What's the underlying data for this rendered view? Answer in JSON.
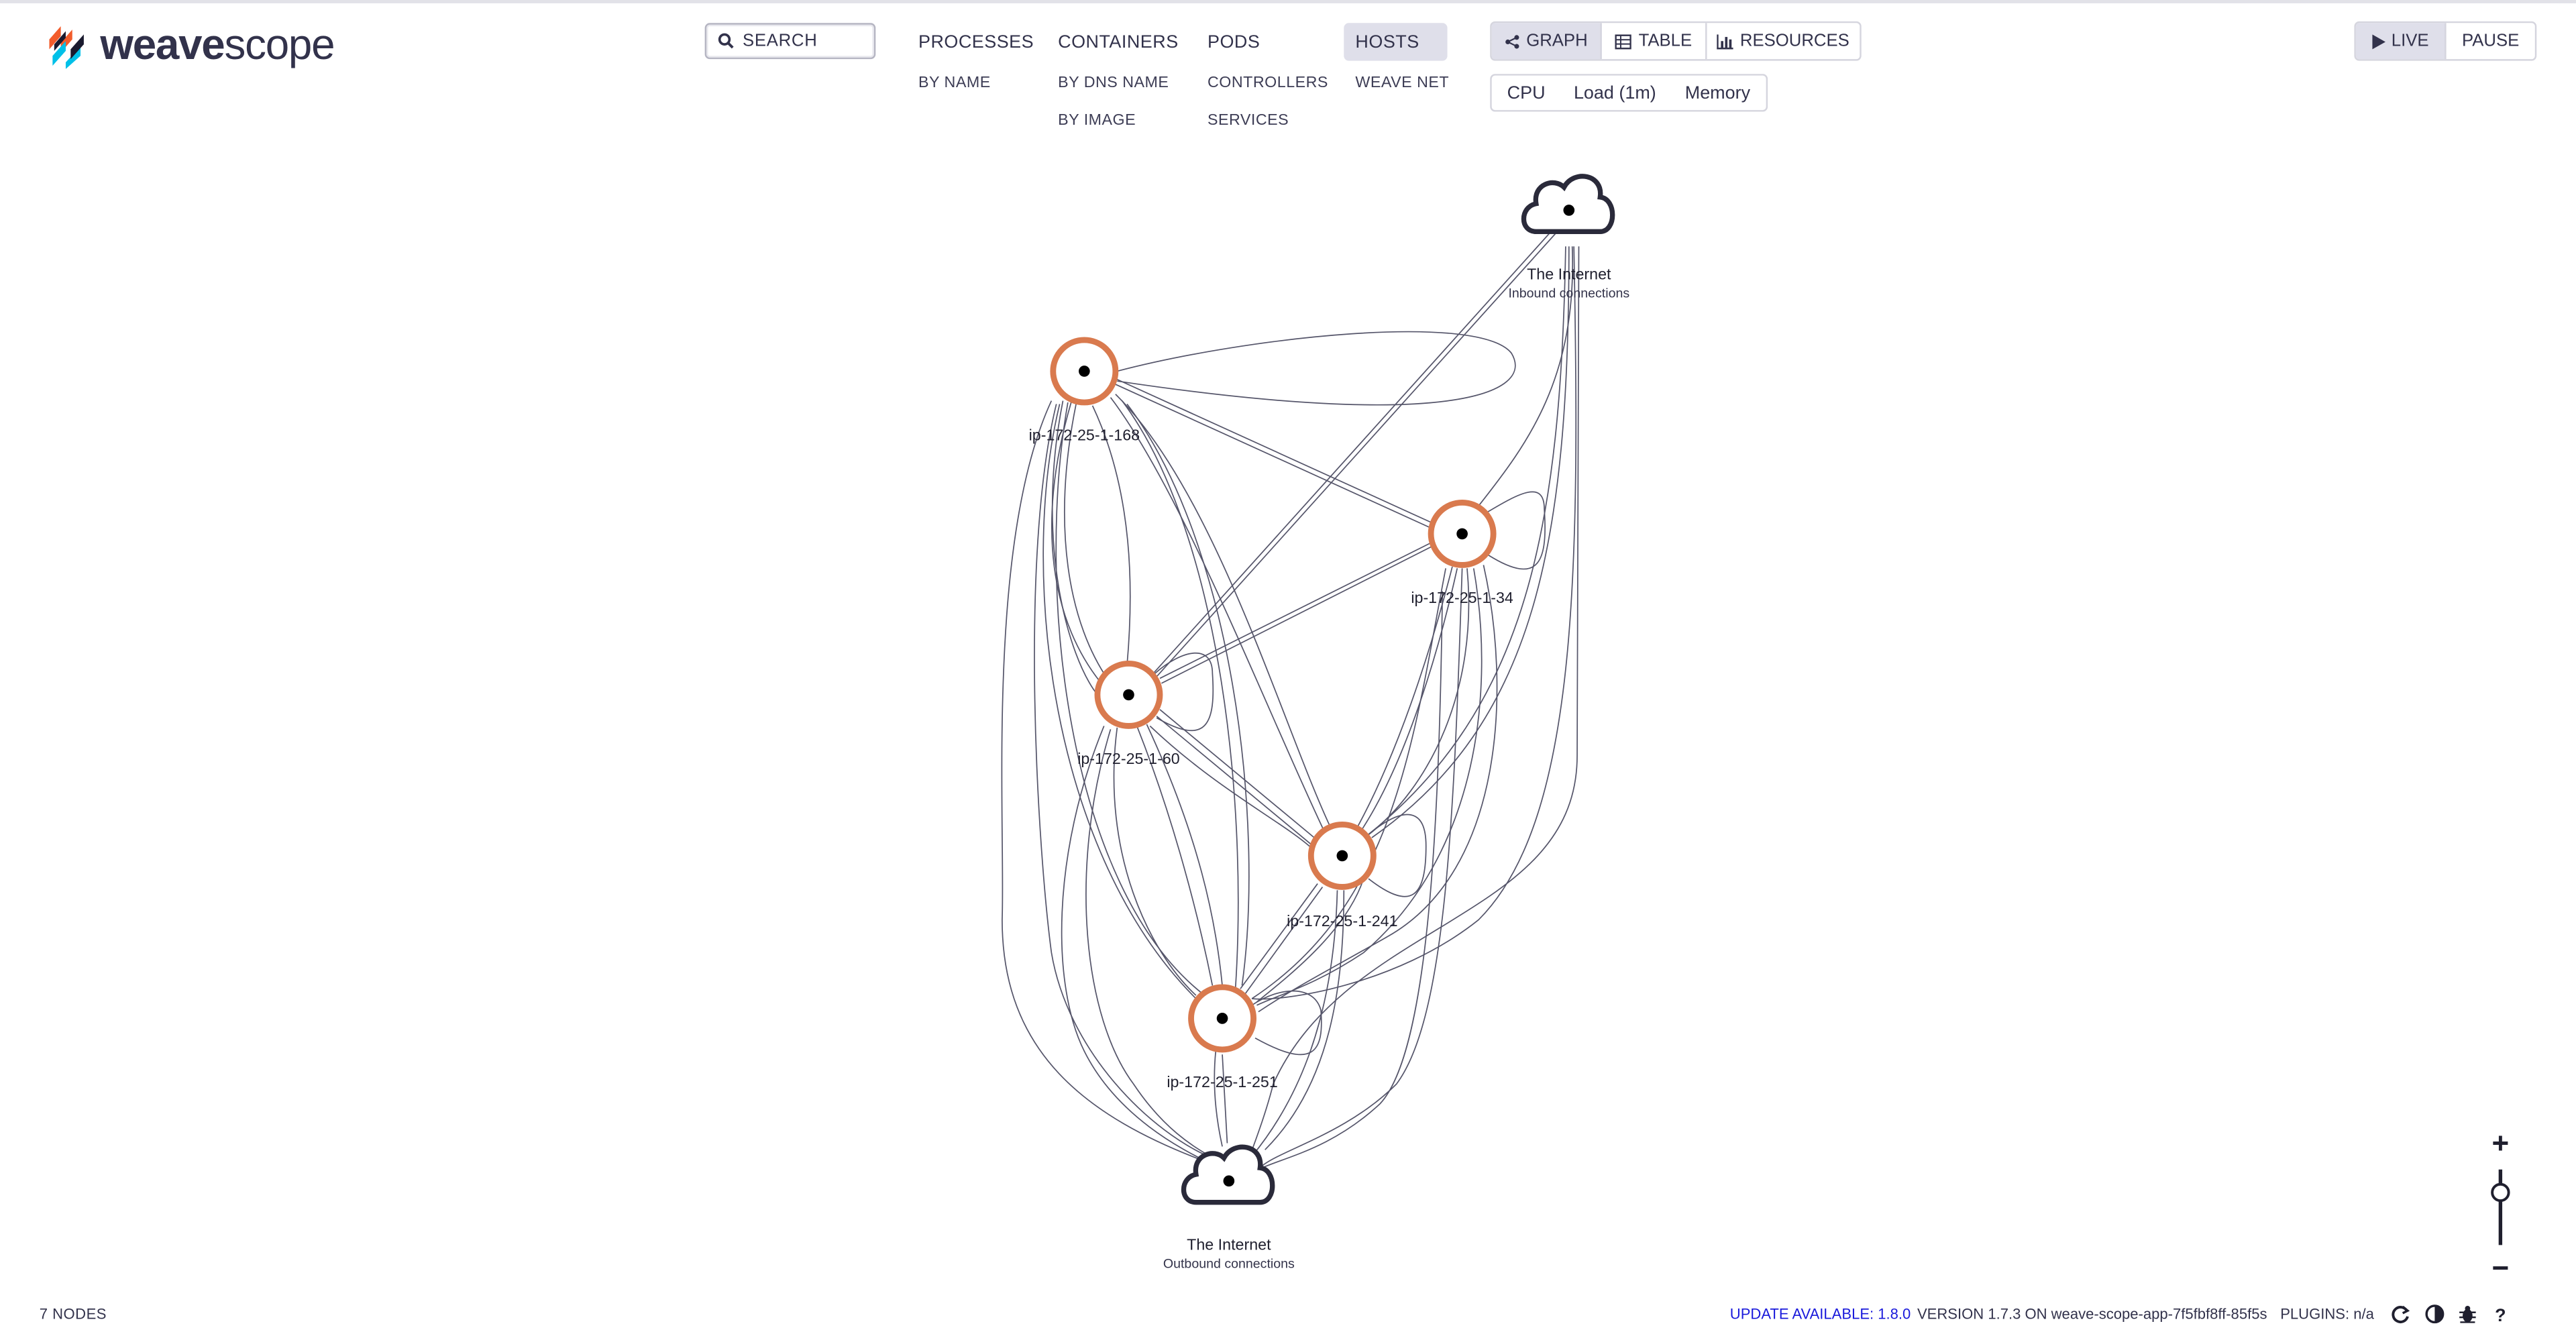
{
  "app": {
    "name_bold": "weave",
    "name_light": "scope"
  },
  "search": {
    "label": "SEARCH"
  },
  "topology": {
    "processes": {
      "label": "PROCESSES",
      "sub": [
        "BY NAME"
      ]
    },
    "containers": {
      "label": "CONTAINERS",
      "sub": [
        "BY DNS NAME",
        "BY IMAGE"
      ]
    },
    "pods": {
      "label": "PODS",
      "sub": [
        "CONTROLLERS",
        "SERVICES"
      ]
    },
    "hosts": {
      "label": "HOSTS",
      "sub": [
        "WEAVE NET"
      ]
    }
  },
  "view_modes": [
    {
      "label": "GRAPH",
      "icon": "share-icon",
      "active": true
    },
    {
      "label": "TABLE",
      "icon": "table-icon",
      "active": false
    },
    {
      "label": "RESOURCES",
      "icon": "bar-chart-icon",
      "active": false
    }
  ],
  "metrics": [
    "CPU",
    "Load (1m)",
    "Memory"
  ],
  "time_controls": [
    {
      "label": "LIVE",
      "icon": "play-icon",
      "active": true
    },
    {
      "label": "PAUSE",
      "active": false
    }
  ],
  "graph": {
    "nodes": [
      {
        "id": "inet-in",
        "type": "cloud",
        "label": "The Internet",
        "sub": "Inbound connections"
      },
      {
        "id": "n168",
        "type": "host",
        "label": "ip-172-25-1-168",
        "sub": ""
      },
      {
        "id": "n34",
        "type": "host",
        "label": "ip-172-25-1-34",
        "sub": ""
      },
      {
        "id": "n60",
        "type": "host",
        "label": "ip-172-25-1-60",
        "sub": ""
      },
      {
        "id": "n241",
        "type": "host",
        "label": "ip-172-25-1-241",
        "sub": ""
      },
      {
        "id": "n251",
        "type": "host",
        "label": "ip-172-25-1-251",
        "sub": ""
      },
      {
        "id": "inet-out",
        "type": "cloud",
        "label": "The Internet",
        "sub": "Outbound connections"
      }
    ],
    "accent_color": "#d97a4e"
  },
  "status": {
    "node_count": "7 NODES"
  },
  "footer": {
    "update": "UPDATE AVAILABLE: 1.8.0",
    "version": "VERSION 1.7.3 ON weave-scope-app-7f5fbf8ff-85f5s",
    "plugins": "PLUGINS: n/a"
  },
  "footer_icons": [
    "refresh-icon",
    "contrast-icon",
    "bug-icon",
    "help-icon"
  ]
}
